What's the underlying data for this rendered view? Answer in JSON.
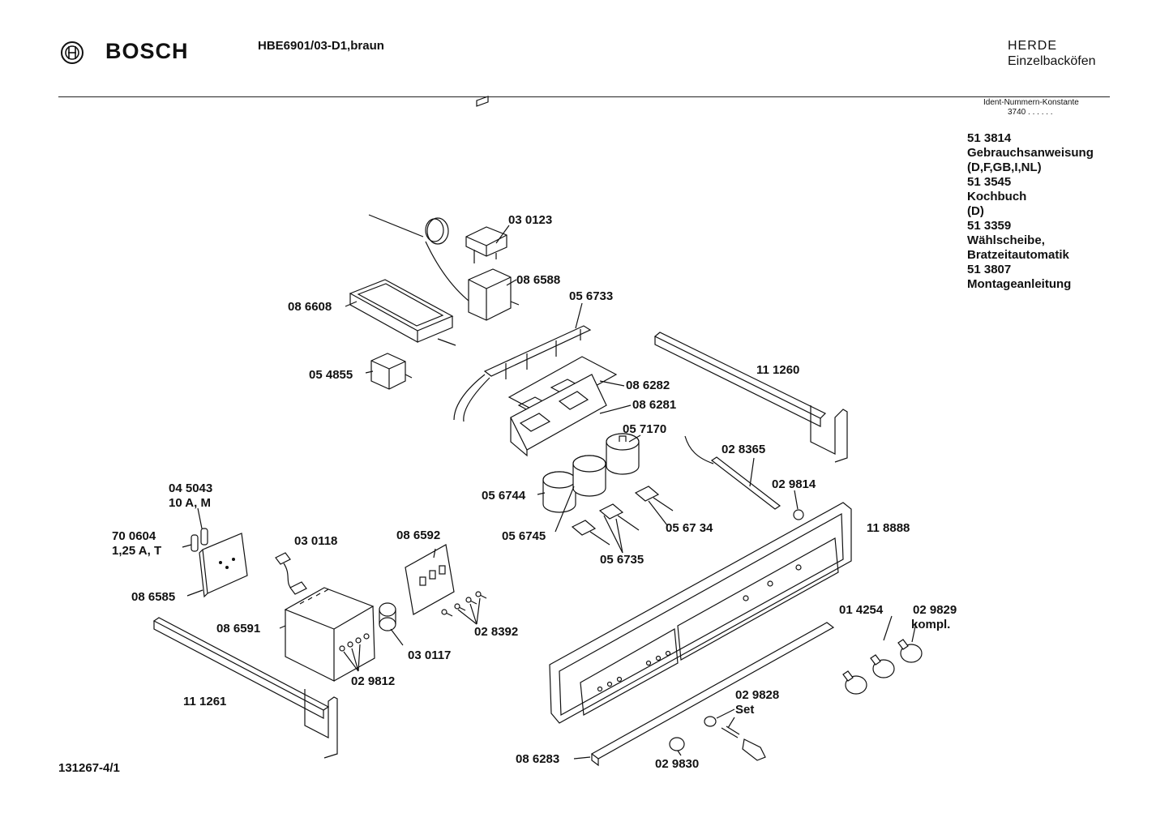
{
  "header": {
    "brand": "BOSCH",
    "model": "HBE6901/03-D1,braun",
    "category_line1": "HERDE",
    "category_line2": "Einzelbacköfen",
    "ident_label": "Ident-Nummern-Konstante",
    "ident_value": "3740  . .  . . . ."
  },
  "documents": [
    "51 3814",
    "Gebrauchsanweisung",
    "(D,F,GB,I,NL)",
    "51 3545",
    "Kochbuch",
    "(D)",
    "51 3359",
    "Wählscheibe,",
    "Bratzeitautomatik",
    "51 3807",
    "Montageanleitung"
  ],
  "parts": {
    "p030123": "03 0123",
    "p086588": "08 6588",
    "p086608": "08 6608",
    "p056733": "05 6733",
    "p054855": "05 4855",
    "p111260": "11 1260",
    "p086282": "08 6282",
    "p086281": "08 6281",
    "p057170": "05 7170",
    "p028365": "02 8365",
    "p029814": "02 9814",
    "p056744": "05 6744",
    "p056745": "05 6745",
    "p056734": "05 67 34",
    "p056735": "05 6735",
    "p118888": "11 8888",
    "p045043": "04 5043",
    "p045043b": "10 A, M",
    "p700604": "70 0604",
    "p700604b": "1,25 A, T",
    "p086585": "08 6585",
    "p030118": "03 0118",
    "p086592": "08 6592",
    "p086591": "08 6591",
    "p028392": "02 8392",
    "p030117": "03 0117",
    "p029812": "02 9812",
    "p111261": "11 1261",
    "p014254": "01 4254",
    "p029829": "02 9829",
    "p029829b": "kompl.",
    "p029828": "02 9828",
    "p029828b": "Set",
    "p086283": "08 6283",
    "p029830": "02 9830"
  },
  "footer": {
    "drawing_number": "131267-4/1"
  }
}
